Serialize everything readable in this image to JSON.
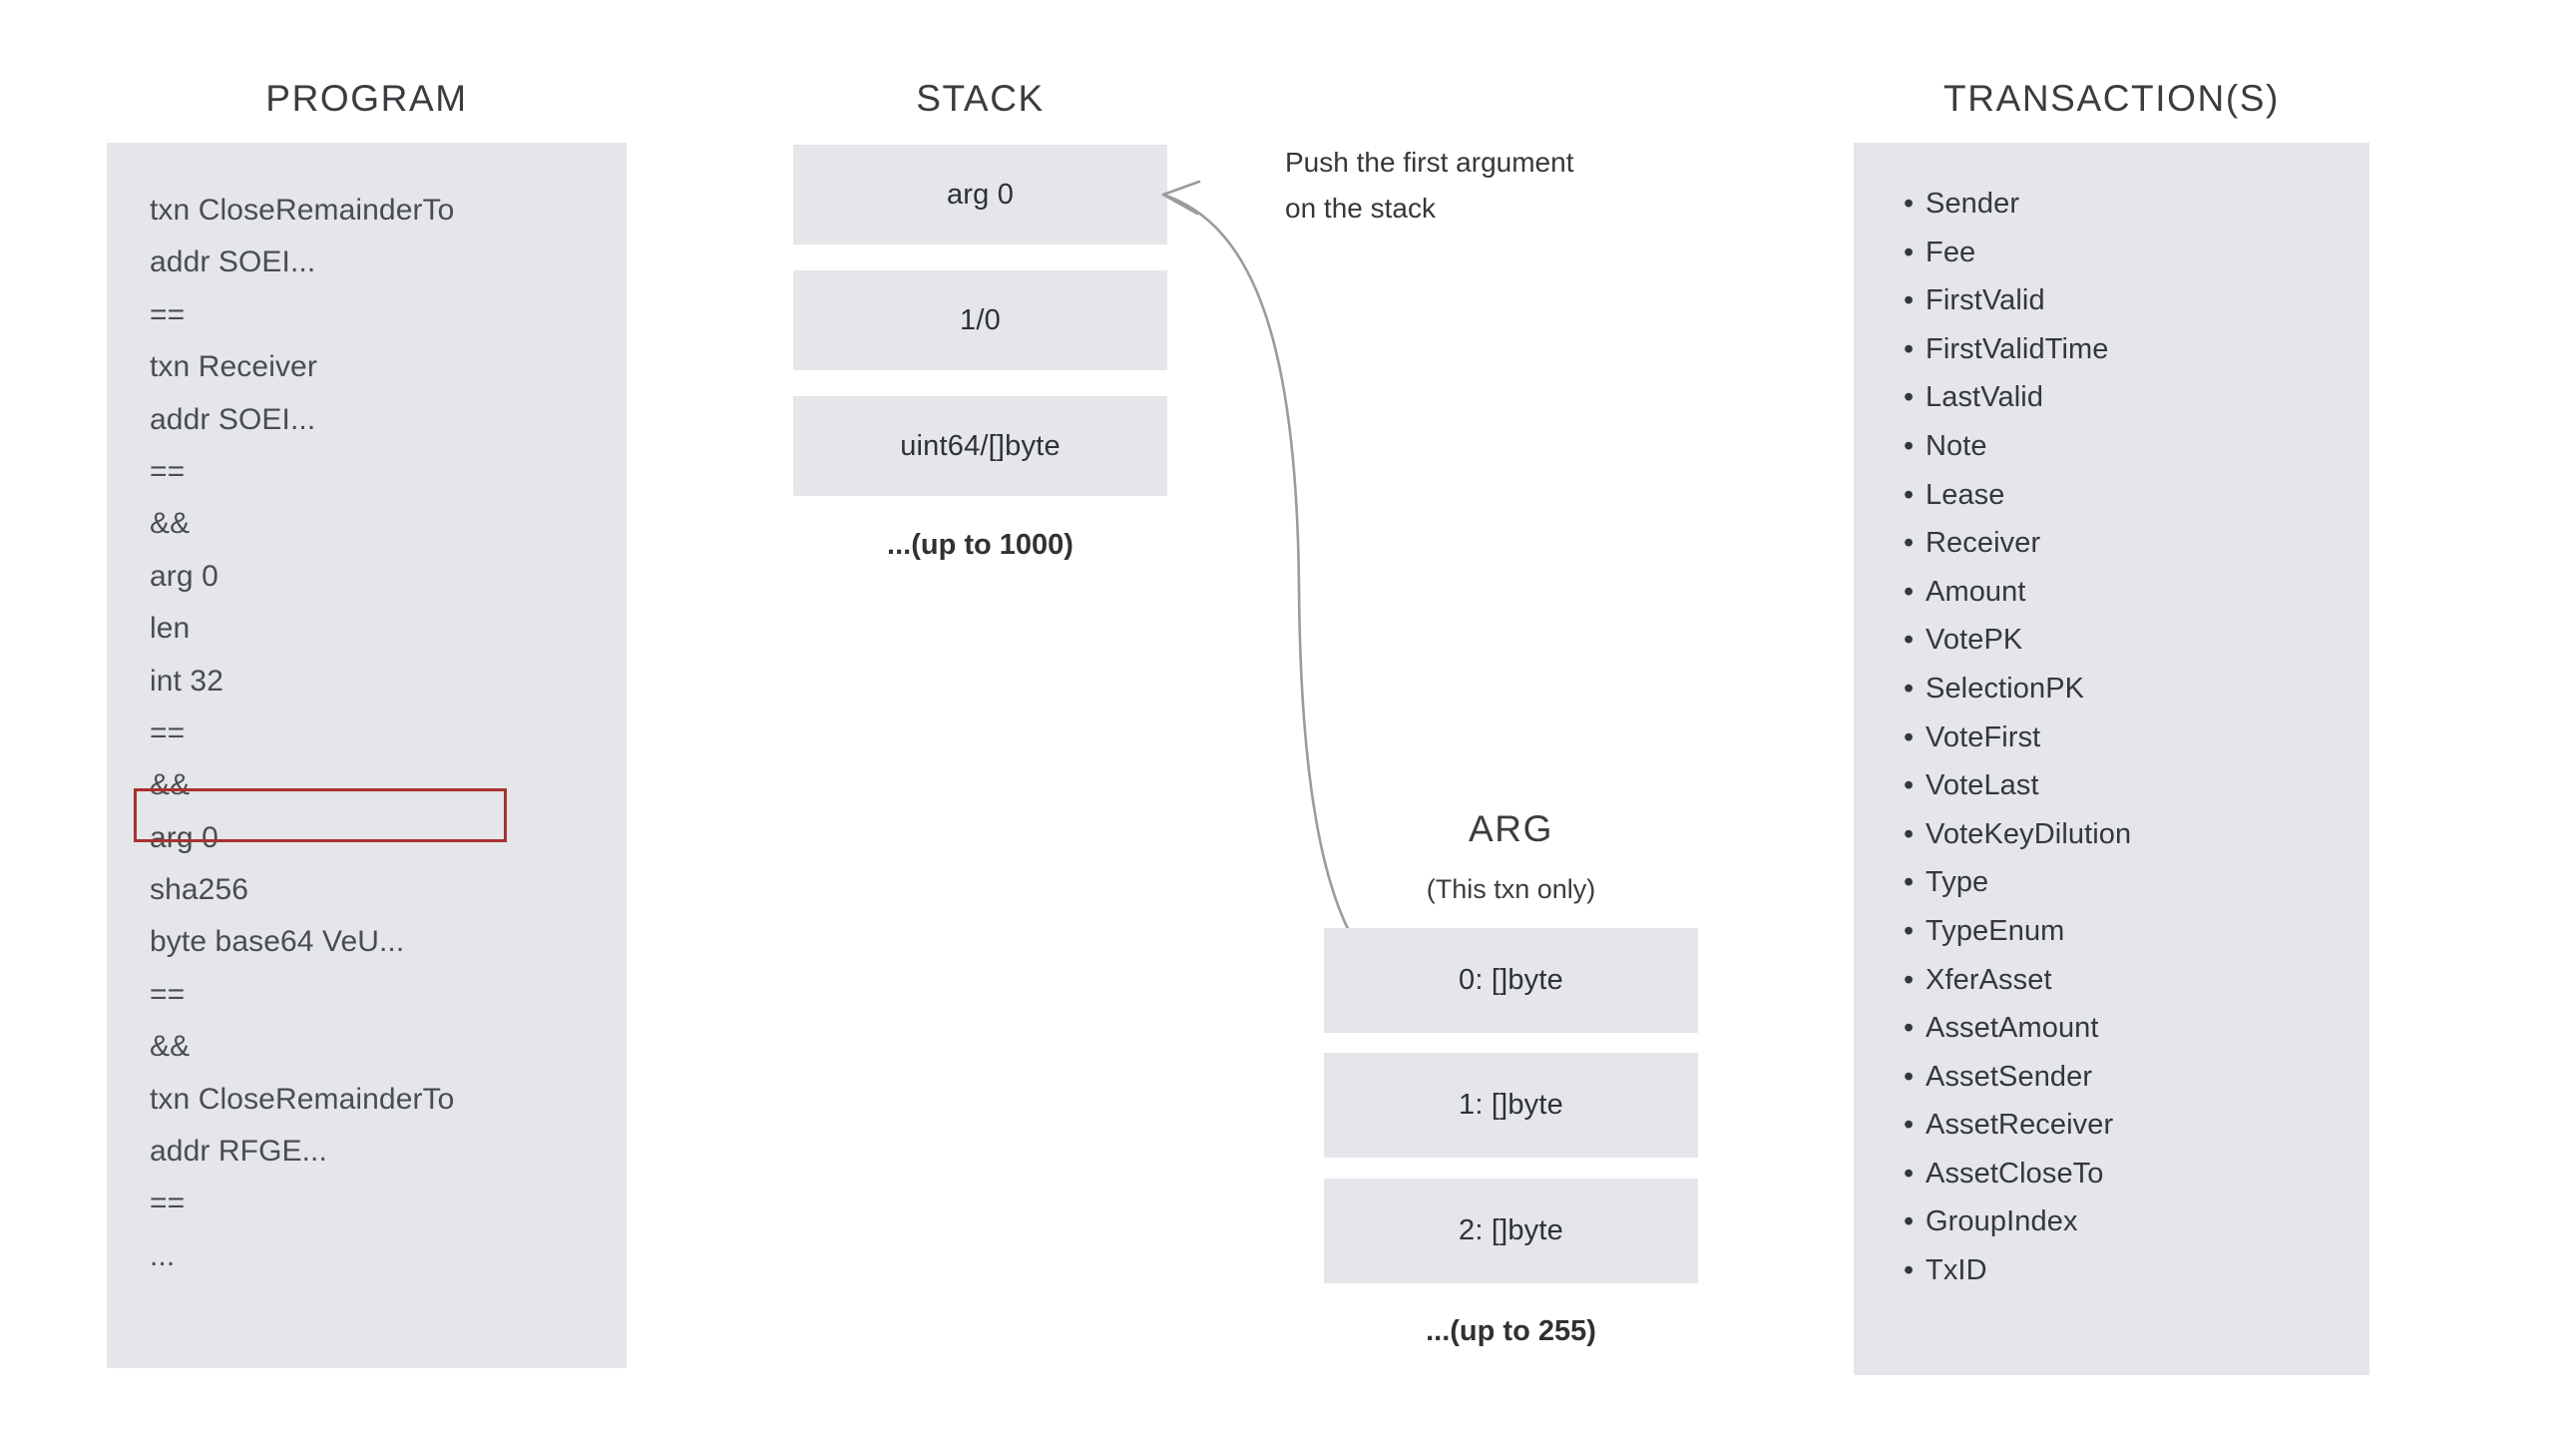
{
  "columns": {
    "program": {
      "title": "PROGRAM"
    },
    "stack": {
      "title": "STACK"
    },
    "arg": {
      "title": "ARG",
      "subtitle": "(This txn only)"
    },
    "transactions": {
      "title": "TRANSACTION(S)"
    }
  },
  "program": {
    "lines": [
      "txn CloseRemainderTo",
      "addr SOEI...",
      "==",
      "txn Receiver",
      "addr SOEI...",
      "==",
      "&&",
      "arg 0",
      "len",
      "int 32",
      "==",
      "&&",
      "arg 0",
      "sha256",
      "byte base64 VeU...",
      "==",
      "&&",
      "txn CloseRemainderTo",
      "addr RFGE...",
      "==",
      "..."
    ],
    "highlighted_line_index": 12,
    "highlight_color": "#a9302f"
  },
  "stack": {
    "cells": [
      "arg 0",
      "1/0",
      "uint64/[]byte"
    ],
    "overflow_note": "...(up to 1000)"
  },
  "arg": {
    "cells": [
      "0: []byte",
      "1: []byte",
      "2: []byte"
    ],
    "overflow_note": "...(up to 255)"
  },
  "transactions": {
    "fields": [
      "Sender",
      "Fee",
      "FirstValid",
      "FirstValidTime",
      "LastValid",
      "Note",
      "Lease",
      "Receiver",
      "Amount",
      "VotePK",
      "SelectionPK",
      "VoteFirst",
      "VoteLast",
      "VoteKeyDilution",
      "Type",
      "TypeEnum",
      "XferAsset",
      "AssetAmount",
      "AssetSender",
      "AssetReceiver",
      "AssetCloseTo",
      "GroupIndex",
      "TxID"
    ],
    "bullet": "•"
  },
  "annotation": {
    "line1": "Push the first argument",
    "line2": "on the stack"
  },
  "colors": {
    "panel_fill": "#e4e6e9",
    "cell_fill": "#e4e6e9",
    "text": "#35383b",
    "highlight": "#a9302f",
    "arrow": "#9b9b9b",
    "background": "#ffffff"
  }
}
